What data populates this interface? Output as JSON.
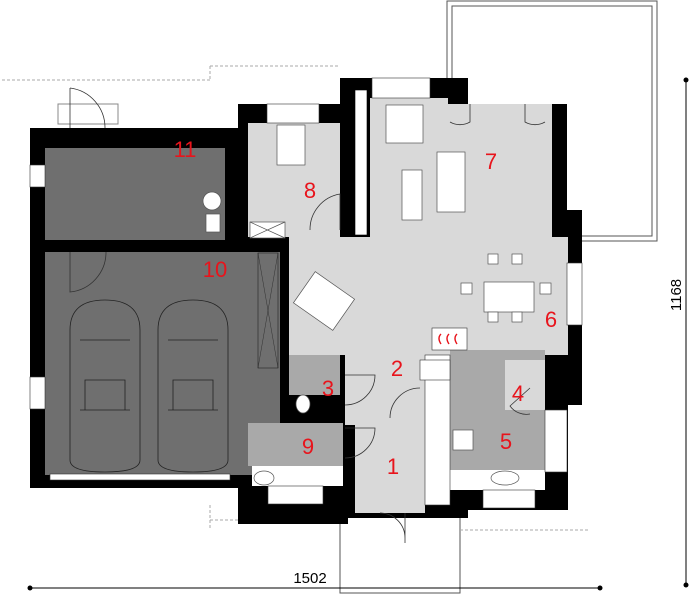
{
  "plan": {
    "rooms": [
      {
        "number": "1"
      },
      {
        "number": "2"
      },
      {
        "number": "3"
      },
      {
        "number": "4"
      },
      {
        "number": "5"
      },
      {
        "number": "6"
      },
      {
        "number": "7"
      },
      {
        "number": "8"
      },
      {
        "number": "9"
      },
      {
        "number": "10"
      },
      {
        "number": "11"
      }
    ],
    "dimensions": {
      "width": "1502",
      "depth": "1168"
    },
    "colors": {
      "wall": "#000000",
      "garage_floor": "#6f6f6f",
      "living_floor": "#d9d9d9",
      "utility_floor": "#a9a9a9",
      "label": "#e8141c"
    }
  }
}
